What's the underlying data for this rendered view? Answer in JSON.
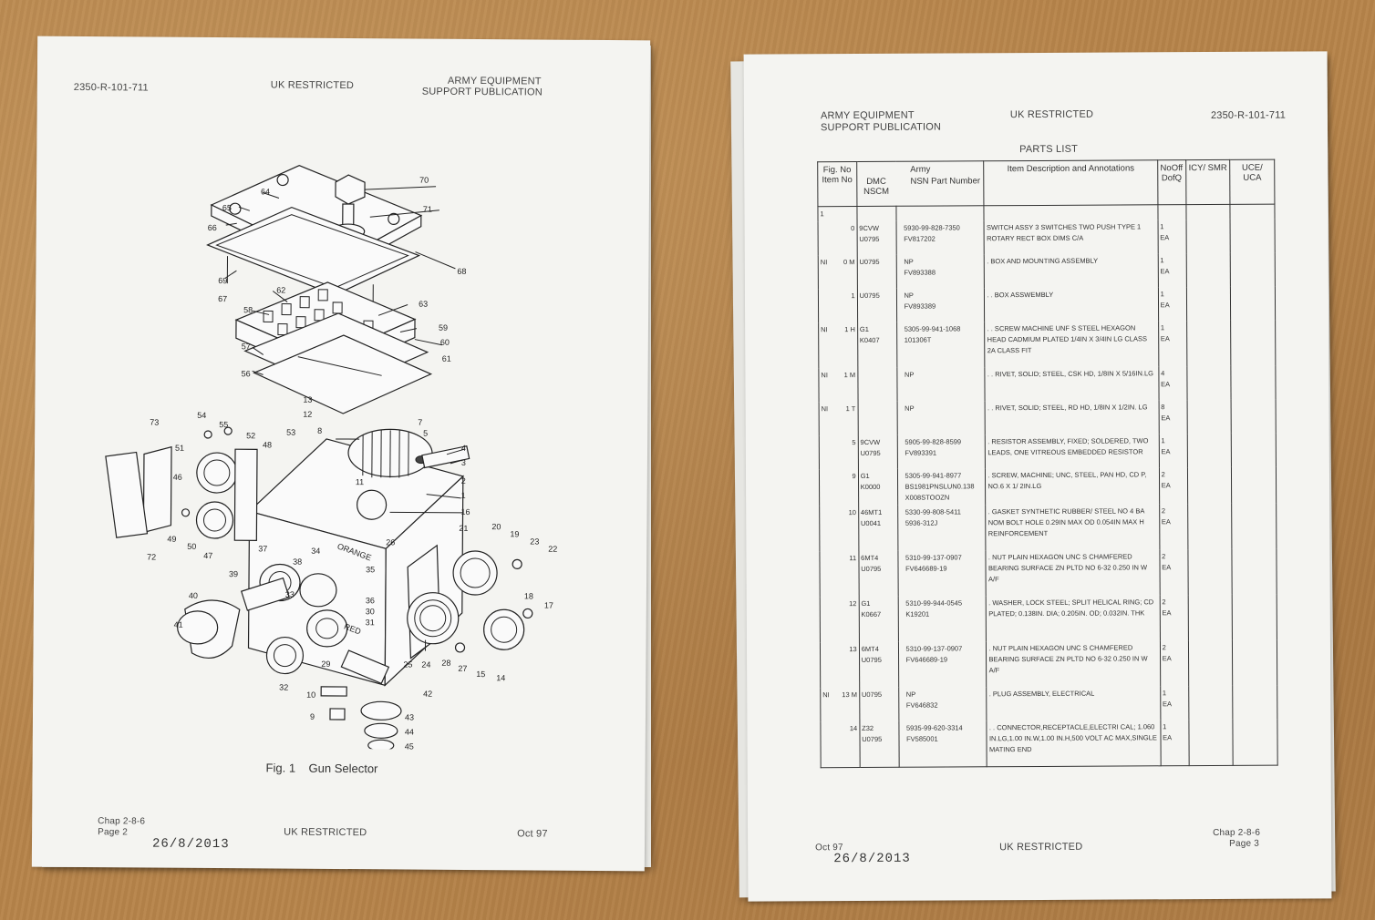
{
  "left_page": {
    "doc_number": "2350-R-101-711",
    "classification_top": "UK RESTRICTED",
    "publisher_line1": "ARMY EQUIPMENT",
    "publisher_line2": "SUPPORT PUBLICATION",
    "figure_caption": "Fig. 1    Gun Selector",
    "callouts": [
      "70",
      "64",
      "71",
      "65",
      "66",
      "68",
      "69",
      "67",
      "62",
      "58",
      "63",
      "59",
      "60",
      "57",
      "61",
      "56",
      "13",
      "12",
      "73",
      "54",
      "55",
      "8",
      "7",
      "52",
      "5",
      "53",
      "4",
      "48",
      "3",
      "51",
      "2",
      "11",
      "1",
      "46",
      "16",
      "49",
      "50",
      "47",
      "72",
      "26",
      "20",
      "19",
      "21",
      "23",
      "22",
      "37",
      "38",
      "34",
      "35",
      "39",
      "36",
      "33",
      "40",
      "30",
      "31",
      "18",
      "17",
      "41",
      "32",
      "29",
      "25",
      "24",
      "28",
      "27",
      "15",
      "14",
      "10",
      "42",
      "9",
      "43",
      "44",
      "45"
    ],
    "wire_labels": [
      "ORANGE",
      "RED"
    ],
    "footer_chapter": "Chap 2-8-6",
    "footer_page": "Page 2",
    "footer_classification": "UK RESTRICTED",
    "footer_date": "Oct 97",
    "stamp_date": "26/8/2013"
  },
  "right_page": {
    "publisher_line1": "ARMY EQUIPMENT",
    "publisher_line2": "SUPPORT PUBLICATION",
    "classification_top": "UK RESTRICTED",
    "doc_number": "2350-R-101-711",
    "heading": "PARTS LIST",
    "columns": {
      "fig": "Fig. No Item No",
      "army": "Army",
      "dmc": "DMC NSCM",
      "nsn": "NSN Part Number",
      "desc": "Item Description and Annotations",
      "nocoff": "NoOff DofQ",
      "icy": "ICY/ SMR",
      "uce": "UCE/ UCA"
    },
    "rows": [
      {
        "fig": "1",
        "item": "",
        "dmc": "",
        "nscm": "",
        "nsn": "",
        "part": "",
        "desc": "",
        "qty": "",
        "unit": ""
      },
      {
        "fig": "",
        "item": "0",
        "dmc": "9CVW",
        "nscm": "U0795",
        "nsn": "5930-99-828-7350",
        "part": "FV817202",
        "desc": "SWITCH ASSY 3 SWITCHES TWO PUSH TYPE 1 ROTARY RECT BOX DIMS C/A",
        "qty": "1",
        "unit": "EA"
      },
      {
        "fig": "NI",
        "item": "0 M",
        "dmc": "",
        "nscm": "U0795",
        "nsn": "NP",
        "part": "FV893388",
        "desc": ". BOX AND MOUNTING ASSEMBLY",
        "qty": "1",
        "unit": "EA"
      },
      {
        "fig": "",
        "item": "1",
        "dmc": "",
        "nscm": "U0795",
        "nsn": "NP",
        "part": "FV893389",
        "desc": ". . BOX ASSWEMBLY",
        "qty": "1",
        "unit": "EA"
      },
      {
        "fig": "NI",
        "item": "1 H",
        "dmc": "G1",
        "nscm": "K0407",
        "nsn": "5305-99-941-1068",
        "part": "101306T",
        "desc": ". . SCREW MACHINE UNF S STEEL HEXAGON HEAD CADMIUM PLATED 1/4IN X 3/4IN LG CLASS 2A CLASS FIT",
        "qty": "1",
        "unit": "EA"
      },
      {
        "fig": "NI",
        "item": "1 M",
        "dmc": "",
        "nscm": "",
        "nsn": "NP",
        "part": "",
        "desc": ". . RIVET, SOLID; STEEL, CSK HD, 1/8IN X 5/16IN.LG",
        "qty": "4",
        "unit": "EA"
      },
      {
        "fig": "NI",
        "item": "1 T",
        "dmc": "",
        "nscm": "",
        "nsn": "NP",
        "part": "",
        "desc": ". . RIVET, SOLID; STEEL, RD HD, 1/8IN X 1/2IN. LG",
        "qty": "8",
        "unit": "EA"
      },
      {
        "fig": "",
        "item": "5",
        "dmc": "9CVW",
        "nscm": "U0795",
        "nsn": "5905-99-828-8599",
        "part": "FV893391",
        "desc": ". RESISTOR ASSEMBLY, FIXED; SOLDERED, TWO LEADS, ONE VITREOUS EMBEDDED RESISTOR",
        "qty": "1",
        "unit": "EA"
      },
      {
        "fig": "",
        "item": "9",
        "dmc": "G1",
        "nscm": "K0000",
        "nsn": "5305-99-941-8977",
        "part": "BS1981PNSLUN0.138 X008STOOZN",
        "desc": ". SCREW, MACHINE; UNC, STEEL, PAN HD, CD P, NO.6 X 1/ 2IN.LG",
        "qty": "2",
        "unit": "EA"
      },
      {
        "fig": "",
        "item": "10",
        "dmc": "46MT1",
        "nscm": "U0041",
        "nsn": "5330-99-808-5411",
        "part": "5936-312J",
        "desc": ". GASKET SYNTHETIC RUBBER/ STEEL NO 4 BA NOM BOLT HOLE 0.29IN MAX OD 0.054IN MAX H REINFORCEMENT",
        "qty": "2",
        "unit": "EA"
      },
      {
        "fig": "",
        "item": "11",
        "dmc": "6MT4",
        "nscm": "U0795",
        "nsn": "5310-99-137-0907",
        "part": "FV646689-19",
        "desc": ". NUT PLAIN HEXAGON UNC S CHAMFERED BEARING SURFACE ZN PLTD NO 6-32 0.250 IN W A/F",
        "qty": "2",
        "unit": "EA"
      },
      {
        "fig": "",
        "item": "12",
        "dmc": "G1",
        "nscm": "K0667",
        "nsn": "5310-99-944-0545",
        "part": "K19201",
        "desc": ". WASHER, LOCK STEEL; SPLIT HELICAL RING; CD PLATED; 0.138IN. DIA; 0.205IN. OD; 0.032IN. THK",
        "qty": "2",
        "unit": "EA"
      },
      {
        "fig": "",
        "item": "13",
        "dmc": "6MT4",
        "nscm": "U0795",
        "nsn": "5310-99-137-0907",
        "part": "FV646689-19",
        "desc": ". NUT PLAIN HEXAGON UNC S CHAMFERED BEARING SURFACE ZN PLTD NO 6-32 0.250 IN W A/F",
        "qty": "2",
        "unit": "EA"
      },
      {
        "fig": "NI",
        "item": "13 M",
        "dmc": "",
        "nscm": "U0795",
        "nsn": "NP",
        "part": "FV646832",
        "desc": ". PLUG ASSEMBLY, ELECTRICAL",
        "qty": "1",
        "unit": "EA"
      },
      {
        "fig": "",
        "item": "14",
        "dmc": "Z32",
        "nscm": "U0795",
        "nsn": "5935-99-620-3314",
        "part": "FV585001",
        "desc": ". . CONNECTOR,RECEPTACLE,ELECTRI CAL; 1.060 IN.LG,1.00 IN.W,1.00 IN.H,500 VOLT AC MAX,SINGLE MATING END",
        "qty": "1",
        "unit": "EA"
      }
    ],
    "footer_date": "Oct 97",
    "stamp_date": "26/8/2013",
    "footer_classification": "UK RESTRICTED",
    "footer_chapter": "Chap 2-8-6",
    "footer_page": "Page 3"
  }
}
